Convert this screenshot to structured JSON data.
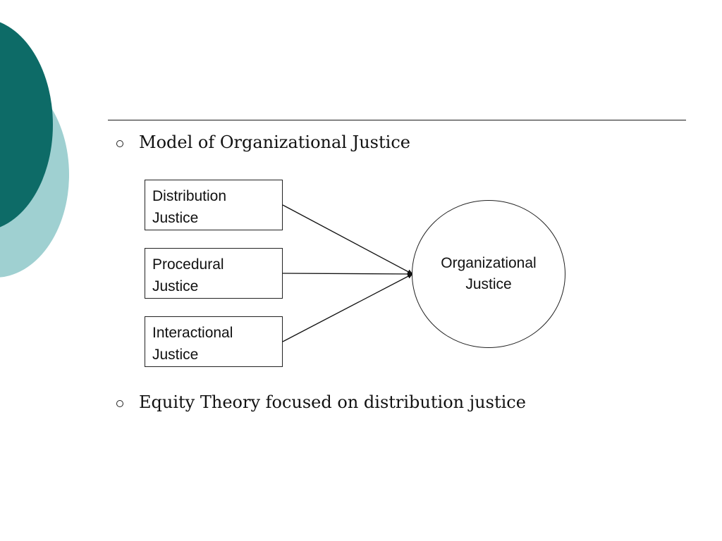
{
  "bullets": [
    {
      "text": "Model of Organizational Justice"
    },
    {
      "text": "Equity Theory focused on distribution justice"
    }
  ],
  "diagram": {
    "inputs": [
      {
        "line1": "Distribution",
        "line2": "Justice"
      },
      {
        "line1": "Procedural",
        "line2": "Justice"
      },
      {
        "line1": "Interactional",
        "line2": "Justice"
      }
    ],
    "outcome": {
      "line1": "Organizational",
      "line2": "Justice"
    }
  },
  "colors": {
    "accent_dark": "#0d6b67",
    "accent_light": "#9fd0d1"
  }
}
